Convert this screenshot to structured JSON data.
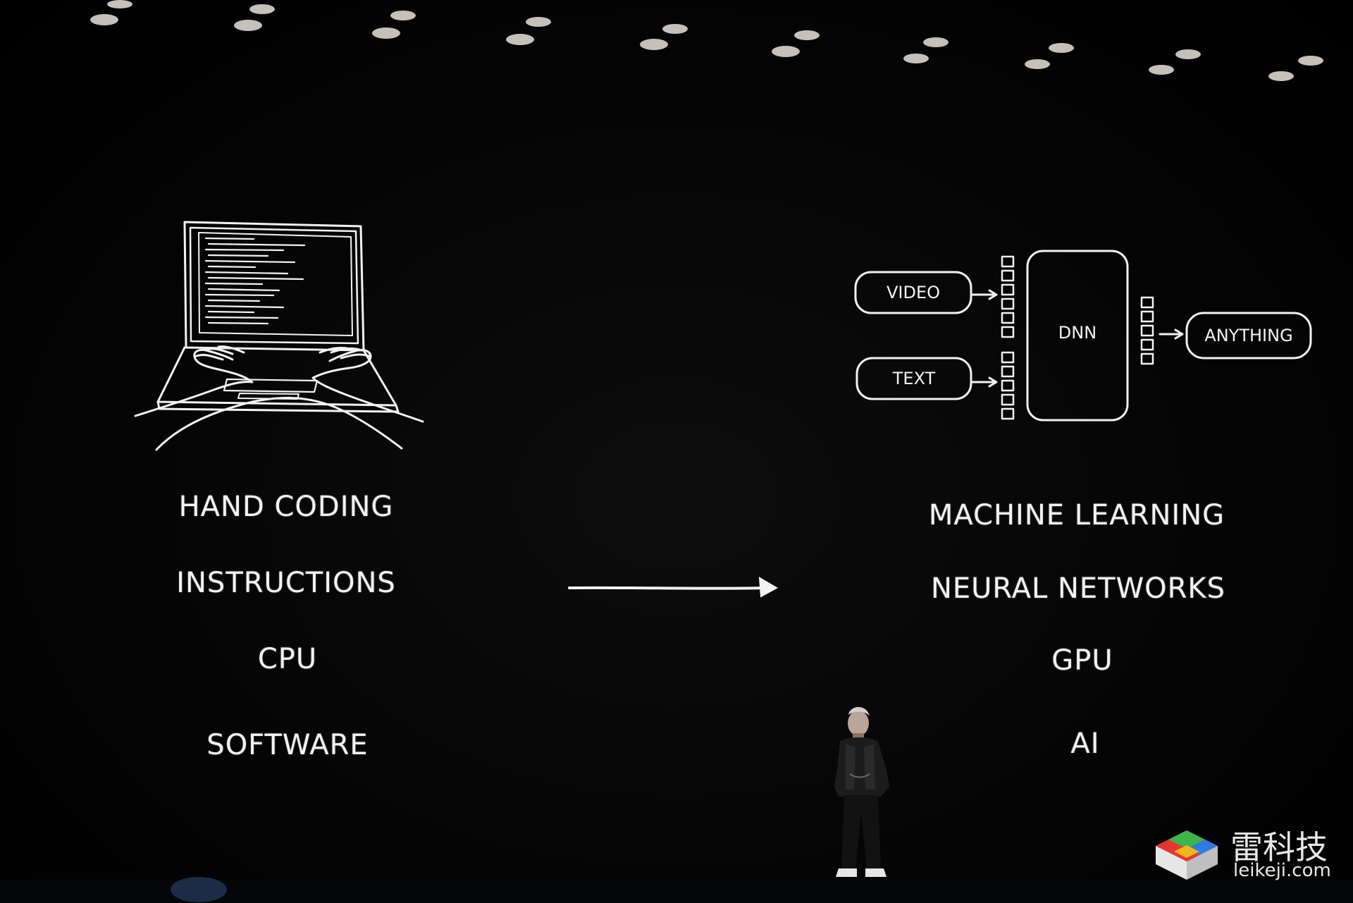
{
  "slide": {
    "left_column": [
      "HAND CODING",
      "INSTRUCTIONS",
      "CPU",
      "SOFTWARE"
    ],
    "right_column": [
      "MACHINE LEARNING",
      "NEURAL NETWORKS",
      "GPU",
      "AI"
    ],
    "diagram": {
      "input_video": "VIDEO",
      "input_text": "TEXT",
      "model": "DNN",
      "output": "ANYTHING"
    }
  },
  "watermark": {
    "name": "雷科技",
    "domain": "leikeji.com"
  },
  "colors": {
    "background": "#000000",
    "chalk": "#f3f3f3",
    "logo_red": "#e8352f",
    "logo_green": "#3cb54a",
    "logo_blue": "#2f7be0",
    "logo_yellow": "#f3b51c"
  }
}
